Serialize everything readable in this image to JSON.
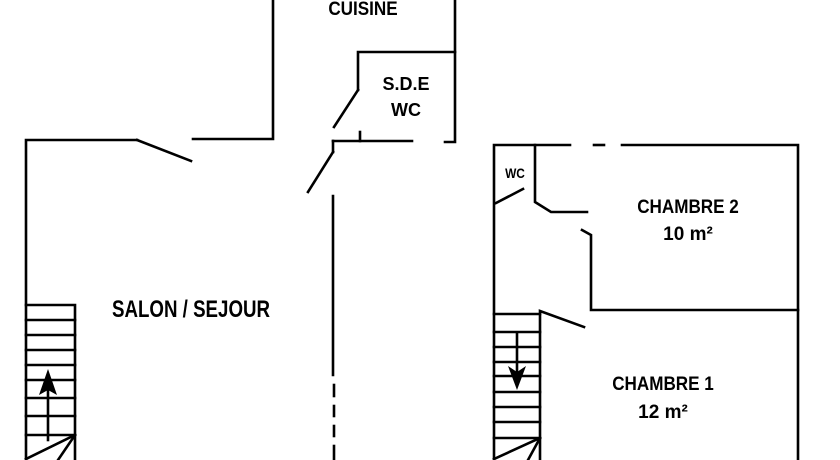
{
  "rooms": {
    "kitchen": "CUISINE",
    "bathroom_line1": "S.D.E",
    "bathroom_line2": "WC",
    "living": "SALON / SEJOUR",
    "wc_upstairs": "WC",
    "bedroom2_name": "CHAMBRE 2",
    "bedroom2_area": "10 m²",
    "bedroom1_name": "CHAMBRE 1",
    "bedroom1_area": "12 m²"
  },
  "colors": {
    "ink": "#000000",
    "background": "#ffffff"
  }
}
